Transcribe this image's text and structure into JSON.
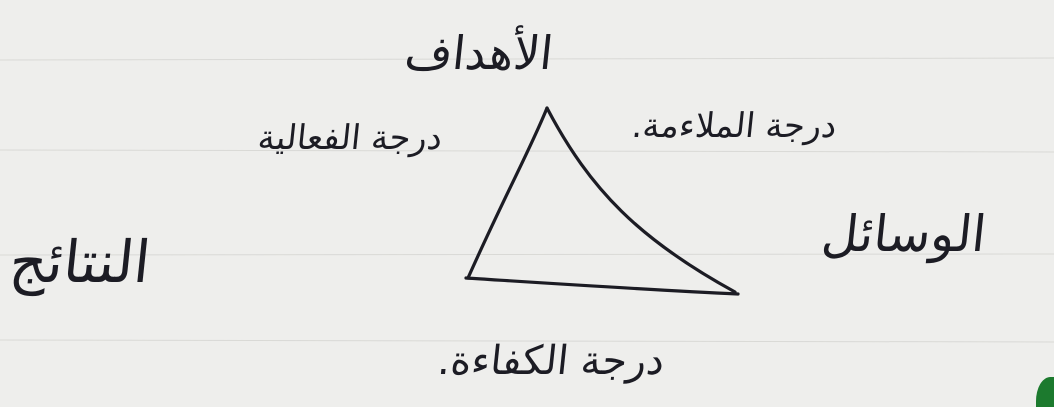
{
  "diagram": {
    "vertices": {
      "top": "الأهداف",
      "right": "الوسائل",
      "left": "النتائج"
    },
    "edges": {
      "left_side": "درجة الفعالية",
      "right_side": "درجة الملاءمة.",
      "bottom_side": "درجة الكفاءة."
    }
  },
  "colors": {
    "paper": "#eeeeec",
    "ink": "#1c1c24",
    "corner_leaf": "#1c7a2e"
  }
}
